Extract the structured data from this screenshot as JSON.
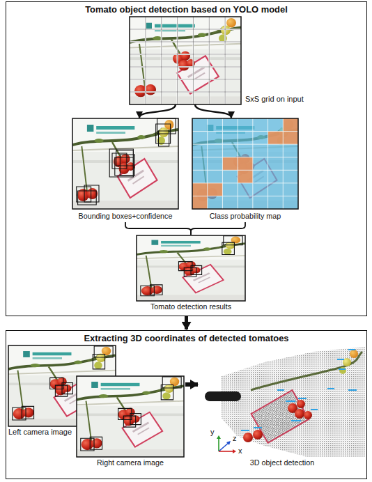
{
  "diagram": {
    "nodes": [
      {
        "text": [
          "Tomato object detection based on YOLO model"
        ]
      },
      {
        "text": [
          "SxS grid on input"
        ],
        "in": 0
      },
      {
        "text": [
          "Bounding boxes+confidence"
        ],
        "in": 0
      },
      {
        "text": [
          "Class probability map"
        ],
        "in": 0
      },
      {
        "text": [
          "Tomato detection results"
        ],
        "in": 0
      },
      {
        "text": [
          "Extracting 3D coordinates of detected tomatoes"
        ]
      },
      {
        "text": [
          "Left camera image"
        ],
        "in": 5
      },
      {
        "text": [
          "Right camera image"
        ],
        "in": 5
      },
      {
        "text": [
          "3D object detection"
        ],
        "in": 5
      }
    ],
    "edges": [
      {
        "from": 1,
        "to": 2,
        "arrow": "to"
      },
      {
        "from": 1,
        "to": 3,
        "arrow": "to"
      },
      {
        "from": 2,
        "to": 4,
        "arrow": "none"
      },
      {
        "from": 3,
        "to": 4,
        "arrow": "none"
      },
      {
        "from": 0,
        "to": 5,
        "arrow": "to"
      },
      {
        "from": 7,
        "to": 8,
        "arrow": "to"
      }
    ],
    "labels": [
      "y",
      "z",
      "x"
    ]
  }
}
